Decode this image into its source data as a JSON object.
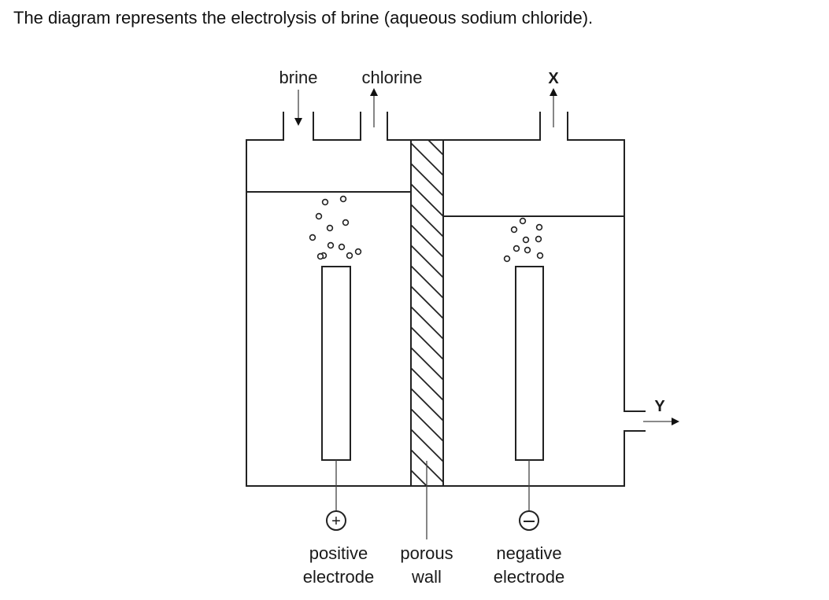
{
  "intro_text": "The diagram represents the electrolysis of brine (aqueous sodium chloride).",
  "labels": {
    "brine": "brine",
    "chlorine": "chlorine",
    "x": "X",
    "y": "Y",
    "positive_electrode": [
      "positive",
      "electrode"
    ],
    "porous_wall": [
      "porous",
      "wall"
    ],
    "negative_electrode": [
      "negative",
      "electrode"
    ]
  },
  "terminals": {
    "positive_symbol": "+",
    "negative_symbol": "−"
  },
  "arrows": {
    "brine": "in",
    "chlorine": "out",
    "x": "out",
    "y": "out"
  },
  "colors": {
    "line": "#222222",
    "text": "#1a1a1a",
    "background": "#ffffff"
  }
}
